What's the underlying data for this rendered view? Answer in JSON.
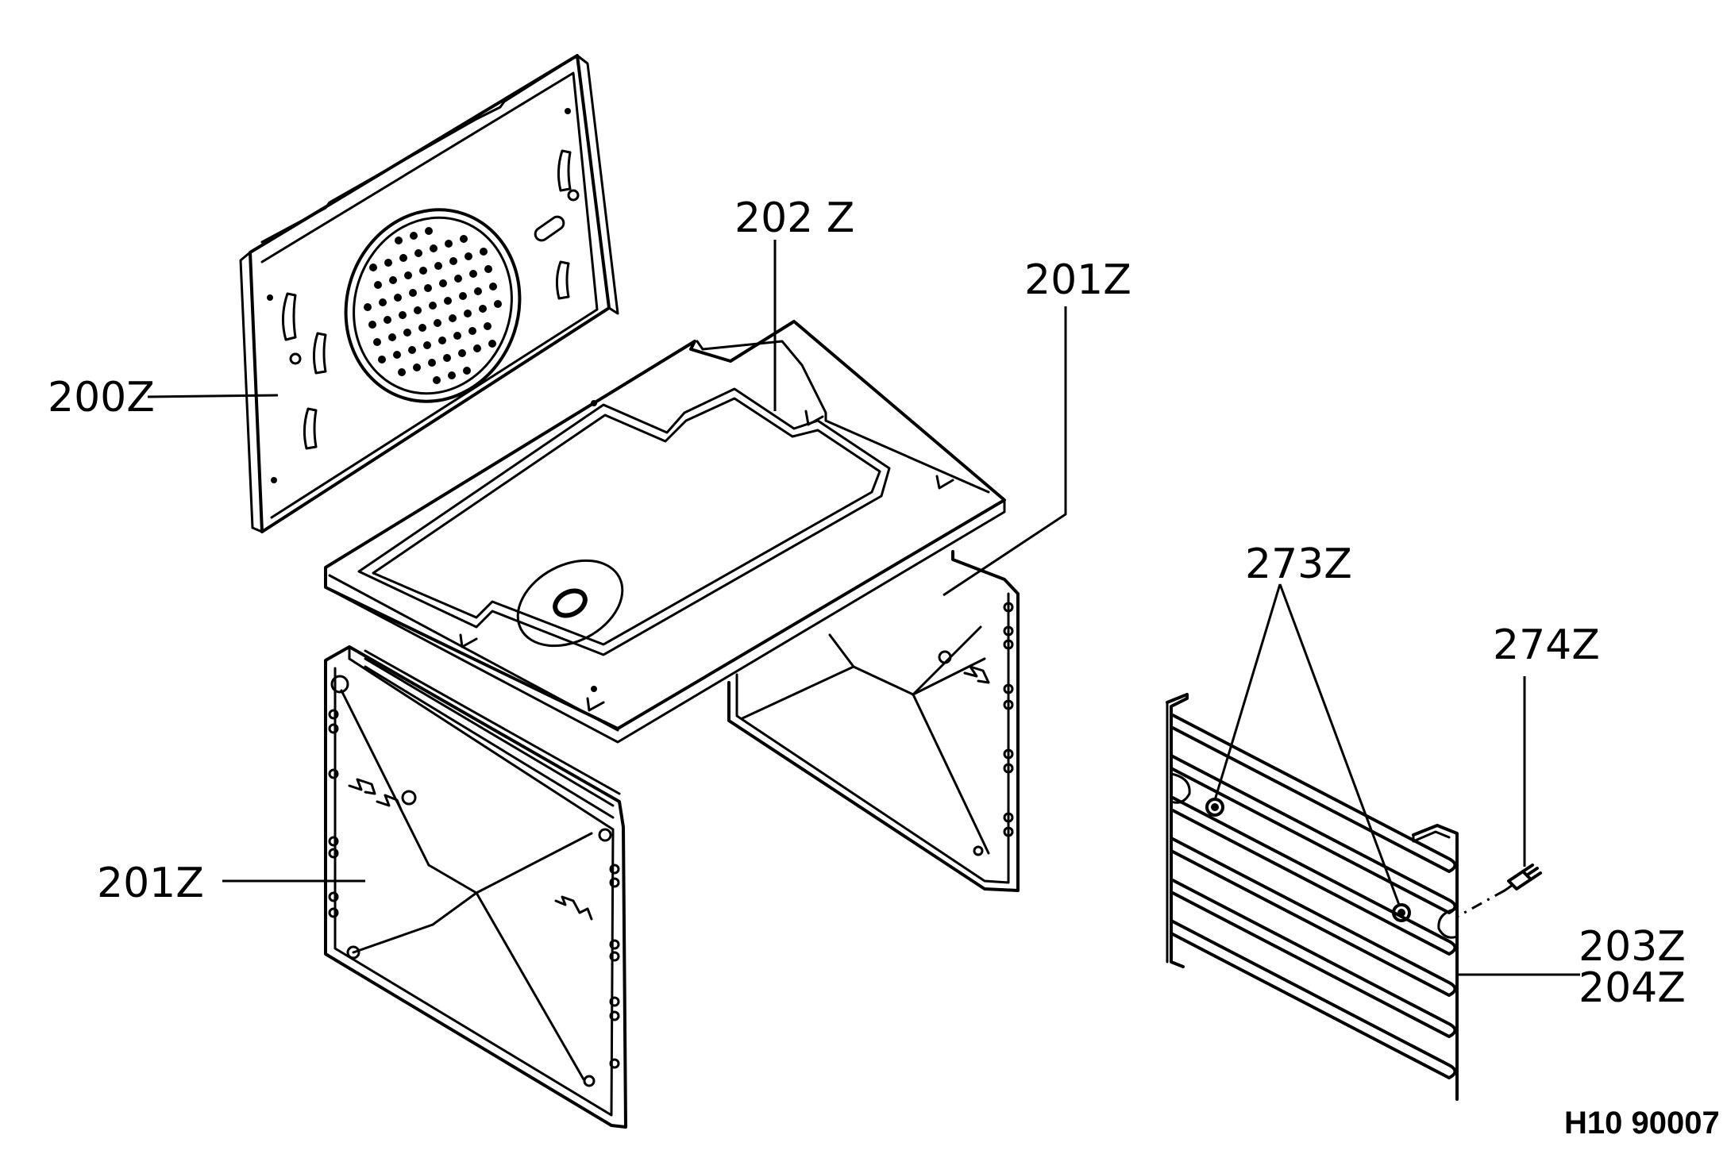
{
  "labels": {
    "back_panel": "200Z",
    "top_panel": "202 Z",
    "side_panel_right": "201Z",
    "side_panel_left": "201Z",
    "rack_screw_points": "273Z",
    "screw": "274Z",
    "rack_a": "203Z",
    "rack_b": "204Z"
  },
  "drawing_code": "H10 90007"
}
